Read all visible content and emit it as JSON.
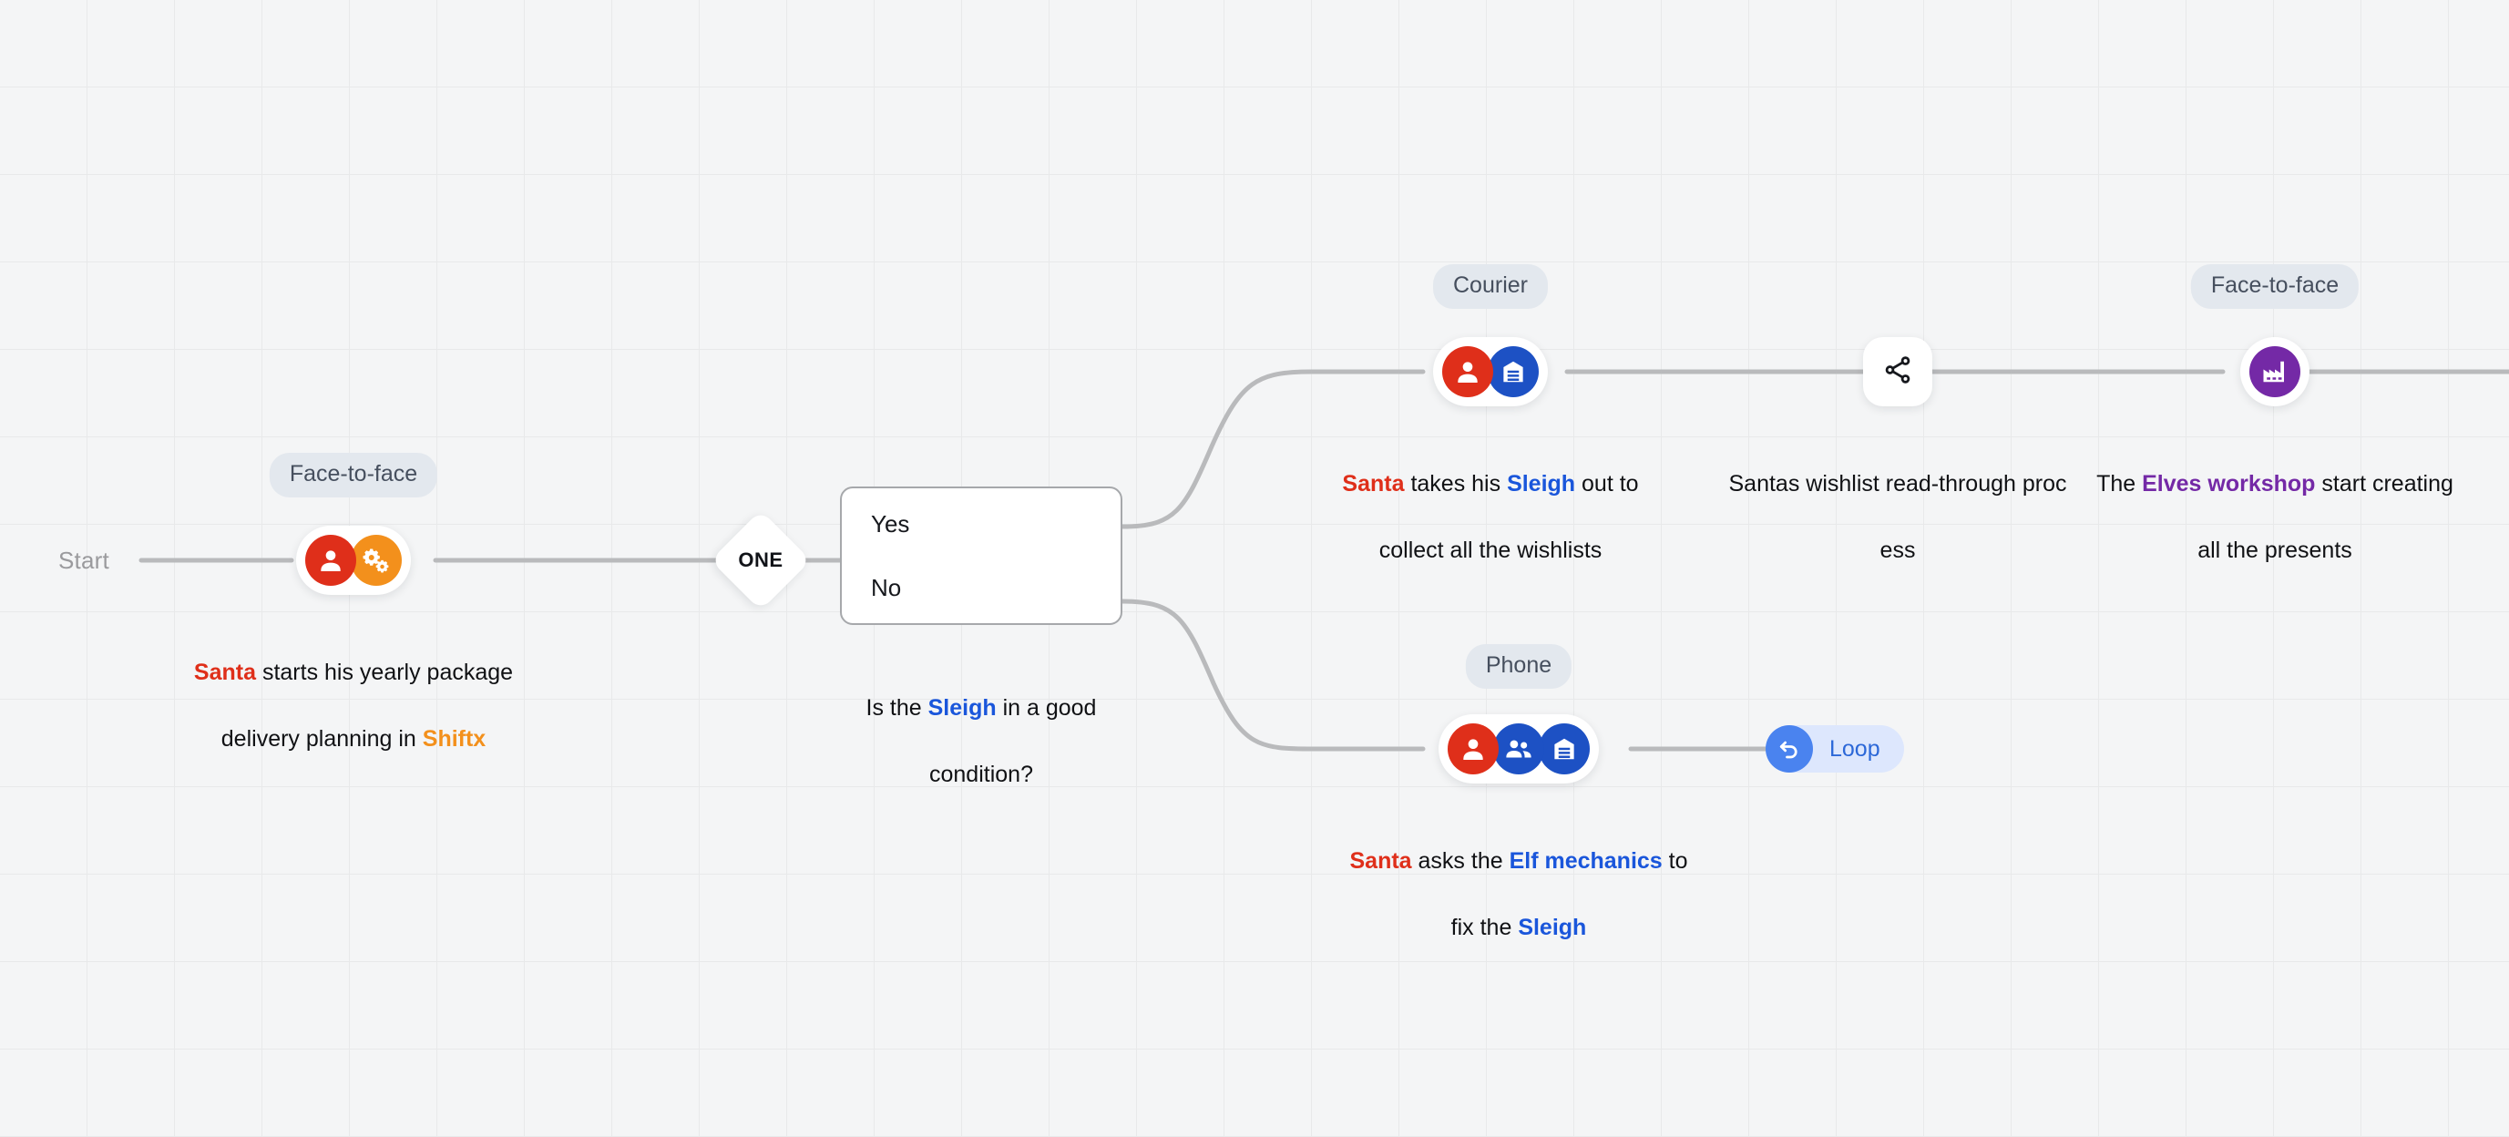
{
  "canvas": {
    "background": "#f4f5f6",
    "grid_color": "#e8e9ea",
    "grid_size": 96
  },
  "palette": {
    "actor_red": "#df2f1a",
    "actor_orange": "#f3901c",
    "actor_blue": "#1d51c4",
    "workshop_purple": "#7429a6",
    "loop_blue": "#4a83ef",
    "loop_bg": "#dde7fd",
    "lane_pill_bg": "#e3e8ee",
    "lane_pill_text": "#464f5e",
    "edge": "#b9babc",
    "text": "#101114",
    "muted_text": "#9a9a9d"
  },
  "start": {
    "label": "Start"
  },
  "gateway": {
    "label": "ONE"
  },
  "condition_box": {
    "options": [
      "Yes",
      "No"
    ],
    "caption_parts": [
      {
        "text": "Is the ",
        "style": "plain"
      },
      {
        "text": "Sleigh",
        "style": "blue"
      },
      {
        "text": " in a good",
        "style": "plain"
      },
      {
        "text": "\n",
        "style": "plain"
      },
      {
        "text": "condition?",
        "style": "plain"
      }
    ],
    "caption_plain": "Is the Sleigh in a good condition?"
  },
  "nodes": [
    {
      "id": "santa-planning",
      "lane_label": "Face-to-face",
      "icons": [
        "person-icon",
        "gears-icon"
      ],
      "icon_colors": [
        "#df2f1a",
        "#f3901c"
      ],
      "caption_plain": "Santa starts his yearly package delivery planning in Shiftx",
      "caption_parts": [
        {
          "text": "Santa",
          "style": "red"
        },
        {
          "text": " starts his yearly package",
          "style": "plain"
        },
        {
          "text": "\n",
          "style": "plain"
        },
        {
          "text": "delivery planning in ",
          "style": "plain"
        },
        {
          "text": "Shiftx",
          "style": "orange"
        }
      ]
    },
    {
      "id": "collect-wishlists",
      "lane_label": "Courier",
      "icons": [
        "person-icon",
        "warehouse-icon"
      ],
      "icon_colors": [
        "#df2f1a",
        "#1d51c4"
      ],
      "caption_plain": "Santa takes his Sleigh out to collect all the wishlists",
      "caption_parts": [
        {
          "text": "Santa",
          "style": "red"
        },
        {
          "text": " takes his ",
          "style": "plain"
        },
        {
          "text": "Sleigh",
          "style": "blue"
        },
        {
          "text": " out to",
          "style": "plain"
        },
        {
          "text": "\n",
          "style": "plain"
        },
        {
          "text": "collect all the wishlists",
          "style": "plain"
        }
      ]
    },
    {
      "id": "wishlist-read-through",
      "lane_label": null,
      "icons": [
        "share-icon"
      ],
      "icon_colors": [
        "#16181d"
      ],
      "caption_plain": "Santas wishlist read-through process",
      "caption_parts": [
        {
          "text": "Santas wishlist read-through proc",
          "style": "plain"
        },
        {
          "text": "\n",
          "style": "plain"
        },
        {
          "text": "ess",
          "style": "plain"
        }
      ]
    },
    {
      "id": "elves-workshop",
      "lane_label": "Face-to-face",
      "icons": [
        "factory-icon"
      ],
      "icon_colors": [
        "#7429a6"
      ],
      "caption_plain": "The Elves workshop start creating all the presents",
      "caption_parts": [
        {
          "text": "The ",
          "style": "plain"
        },
        {
          "text": "Elves workshop",
          "style": "purple"
        },
        {
          "text": " start creating",
          "style": "plain"
        },
        {
          "text": "\n",
          "style": "plain"
        },
        {
          "text": "all the presents",
          "style": "plain"
        }
      ]
    },
    {
      "id": "fix-sleigh",
      "lane_label": "Phone",
      "icons": [
        "person-icon",
        "people-icon",
        "warehouse-icon"
      ],
      "icon_colors": [
        "#df2f1a",
        "#1d51c4",
        "#1d51c4"
      ],
      "caption_plain": "Santa asks the Elf mechanics to fix the Sleigh",
      "caption_parts": [
        {
          "text": "Santa",
          "style": "red"
        },
        {
          "text": " asks the ",
          "style": "plain"
        },
        {
          "text": "Elf mechanics",
          "style": "blue"
        },
        {
          "text": " to",
          "style": "plain"
        },
        {
          "text": "\n",
          "style": "plain"
        },
        {
          "text": "fix the ",
          "style": "plain"
        },
        {
          "text": "Sleigh",
          "style": "blue"
        }
      ]
    }
  ],
  "loop": {
    "label": "Loop",
    "icon": "undo-arrow-icon"
  }
}
